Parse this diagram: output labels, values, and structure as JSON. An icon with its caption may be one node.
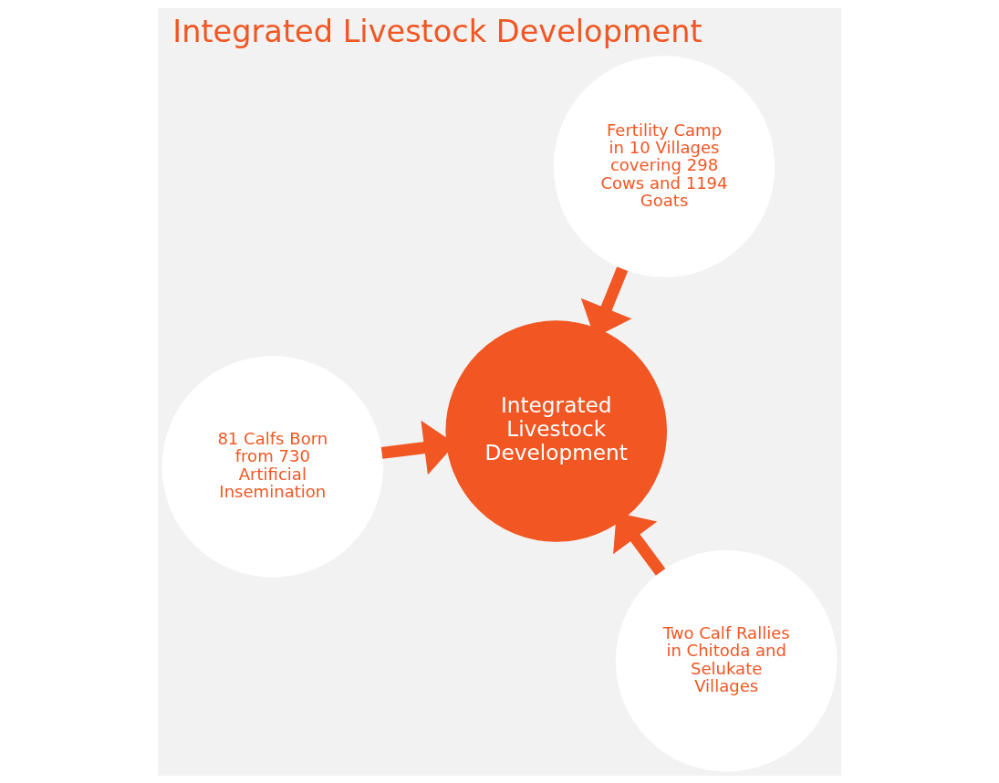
{
  "diagram": {
    "title": "Integrated Livestock Development",
    "nodes": [
      {
        "text": [
          "81 Calfs Born from 730 Artificial Insemination"
        ]
      },
      {
        "text": [
          "Integrated Livestock Development"
        ]
      },
      {
        "text": [
          "Two Calf Rallies in Chitoda and Selukate Villages"
        ]
      },
      {
        "text": [
          "Fertility Camp in 10 Villages covering 298 Cows and 1194 Goats"
        ]
      }
    ],
    "edges": [
      {
        "from": 0,
        "to": 1,
        "arrow": "to"
      },
      {
        "from": 2,
        "to": 1,
        "arrow": "to"
      },
      {
        "from": 3,
        "to": 1,
        "arrow": "to"
      }
    ]
  }
}
